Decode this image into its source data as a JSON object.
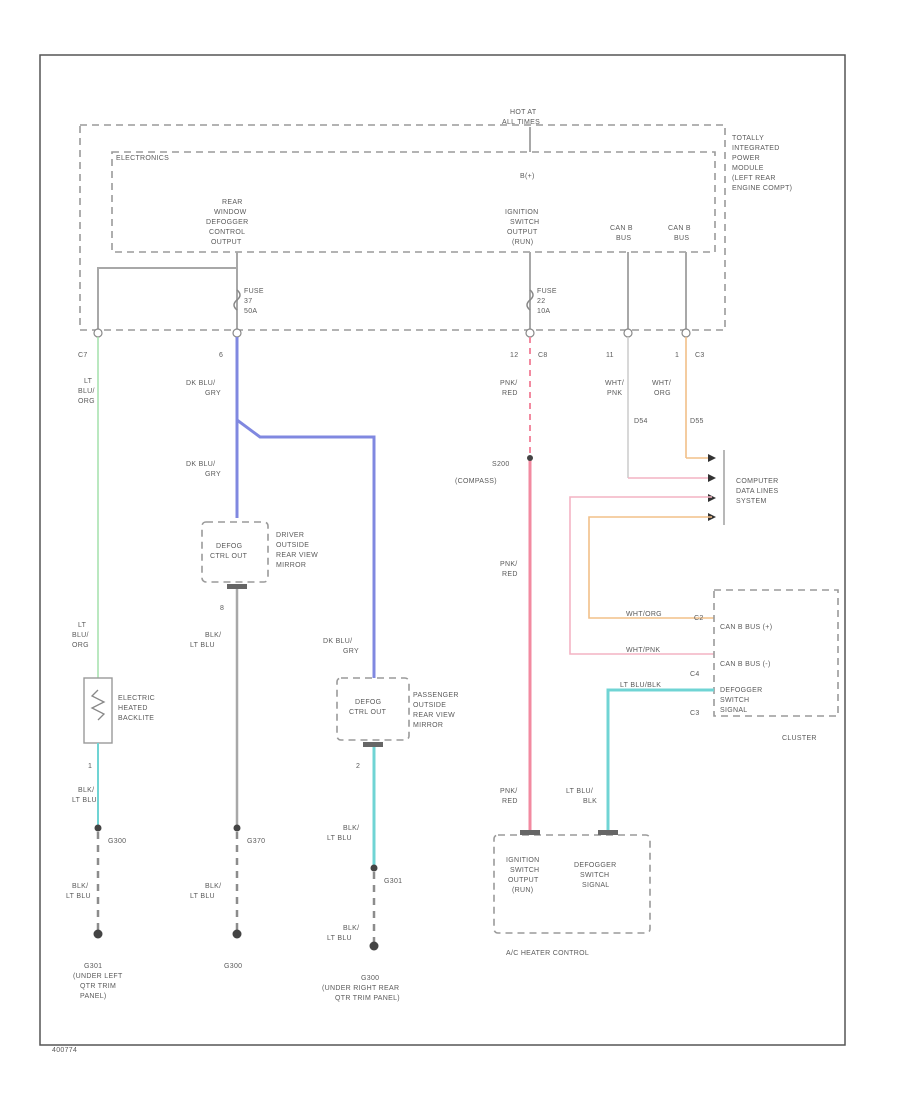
{
  "colors": {
    "frame": "#555555",
    "dashed_outline": "#9a9a9a",
    "wire_lt_blu_org": "#a9e3b0",
    "wire_dk_blu_gry": "#8088e0",
    "wire_pnk_red": "#f28aa0",
    "wire_wht_org": "#f2c089",
    "wire_wht_pnk": "#f4b4c4",
    "wire_blk_lt_blu": "#70d4d4",
    "wire_grey": "#a8a8a8",
    "text": "#5a5a5a"
  },
  "tipm": {
    "hot_label": [
      "HOT AT",
      "ALL TIMES"
    ],
    "module_label": [
      "TOTALLY",
      "INTEGRATED",
      "POWER",
      "MODULE",
      "(LEFT REAR",
      "ENGINE COMPT)"
    ],
    "electronics_label": "ELECTRONICS",
    "bplus_label": "B(+)",
    "rear_defogger_output": [
      "REAR",
      "WINDOW",
      "DEFOGGER",
      "CONTROL",
      "OUTPUT"
    ],
    "ignition_output": [
      "IGNITION",
      "SWITCH",
      "OUTPUT",
      "(RUN)"
    ],
    "canb_bus_1": [
      "CAN B",
      "BUS"
    ],
    "canb_bus_2": [
      "CAN B",
      "BUS"
    ],
    "fuse_1": [
      "FUSE",
      "37",
      "50A"
    ],
    "fuse_2": [
      "FUSE",
      "22",
      "10A"
    ],
    "pins": [
      "C7",
      "6",
      "12",
      "C8",
      "11",
      "1",
      "C3"
    ]
  },
  "wires": {
    "lt_blu_org_1": [
      "LT",
      "BLU/",
      "ORG"
    ],
    "dk_blu_gry_1": [
      "DK BLU/",
      "GRY"
    ],
    "dk_blu_gry_2": [
      "DK BLU/",
      "GRY"
    ],
    "dk_blu_gry_3": [
      "DK BLU/",
      "GRY"
    ],
    "pnk_red_1": [
      "PNK/",
      "RED"
    ],
    "wht_pnk": [
      "WHT/",
      "PNK"
    ],
    "wht_org": [
      "WHT/",
      "ORG"
    ],
    "d54": "D54",
    "d55": "D55",
    "s200": [
      "S200",
      "(COMPASS)"
    ],
    "pnk_red_2": [
      "PNK/",
      "RED"
    ],
    "pnk_red_3": [
      "PNK/",
      "RED"
    ],
    "blk_lt_blu_1": [
      "BLK/",
      "LT BLU"
    ],
    "lt_blu_org_2": [
      "LT",
      "BLU/",
      "ORG"
    ],
    "blk_lt_blu_2": [
      "BLK/",
      "LT BLU"
    ],
    "blk_lt_blu_3": [
      "BLK/",
      "LT BLU"
    ],
    "lt_blu_blk": [
      "LT BLU/",
      "BLK"
    ],
    "wht_org_2": "WHT/ORG",
    "wht_pnk_2": "WHT/PNK",
    "lt_blu_blk_2": "LT BLU/BLK"
  },
  "components": {
    "computer_data_lines": [
      "COMPUTER",
      "DATA LINES",
      "SYSTEM"
    ],
    "driver_mirror_box": [
      "DEFOG",
      "CTRL OUT"
    ],
    "driver_mirror": [
      "DRIVER",
      "OUTSIDE",
      "REAR VIEW",
      "MIRROR"
    ],
    "passenger_mirror_box": [
      "DEFOG",
      "CTRL OUT"
    ],
    "passenger_mirror": [
      "PASSENGER",
      "OUTSIDE",
      "REAR VIEW",
      "MIRROR"
    ],
    "backlite": [
      "ELECTRIC",
      "HEATED",
      "BACKLITE"
    ],
    "cluster_items": [
      "CAN B BUS (+)",
      "CAN B BUS (-)",
      "DEFOGGER",
      "SWITCH",
      "SIGNAL"
    ],
    "cluster_pins": [
      "C2",
      "C4",
      "C3"
    ],
    "cluster": "CLUSTER",
    "ac_ignition": [
      "IGNITION",
      "SWITCH",
      "OUTPUT",
      "(RUN)"
    ],
    "ac_defogger": [
      "DEFOGGER",
      "SWITCH",
      "SIGNAL"
    ],
    "ac_heater_control": "A/C HEATER CONTROL",
    "pin_numbers": [
      "8",
      "2",
      "1"
    ]
  },
  "grounds": {
    "splice_1": "G300",
    "splice_2": "G370",
    "splice_3": "G301",
    "g1": [
      "G301",
      "(UNDER LEFT",
      "QTR TRIM",
      "PANEL)"
    ],
    "g2": "G300",
    "g3": [
      "G300",
      "(UNDER RIGHT REAR",
      "QTR TRIM PANEL)"
    ]
  },
  "footer_code": "400774"
}
